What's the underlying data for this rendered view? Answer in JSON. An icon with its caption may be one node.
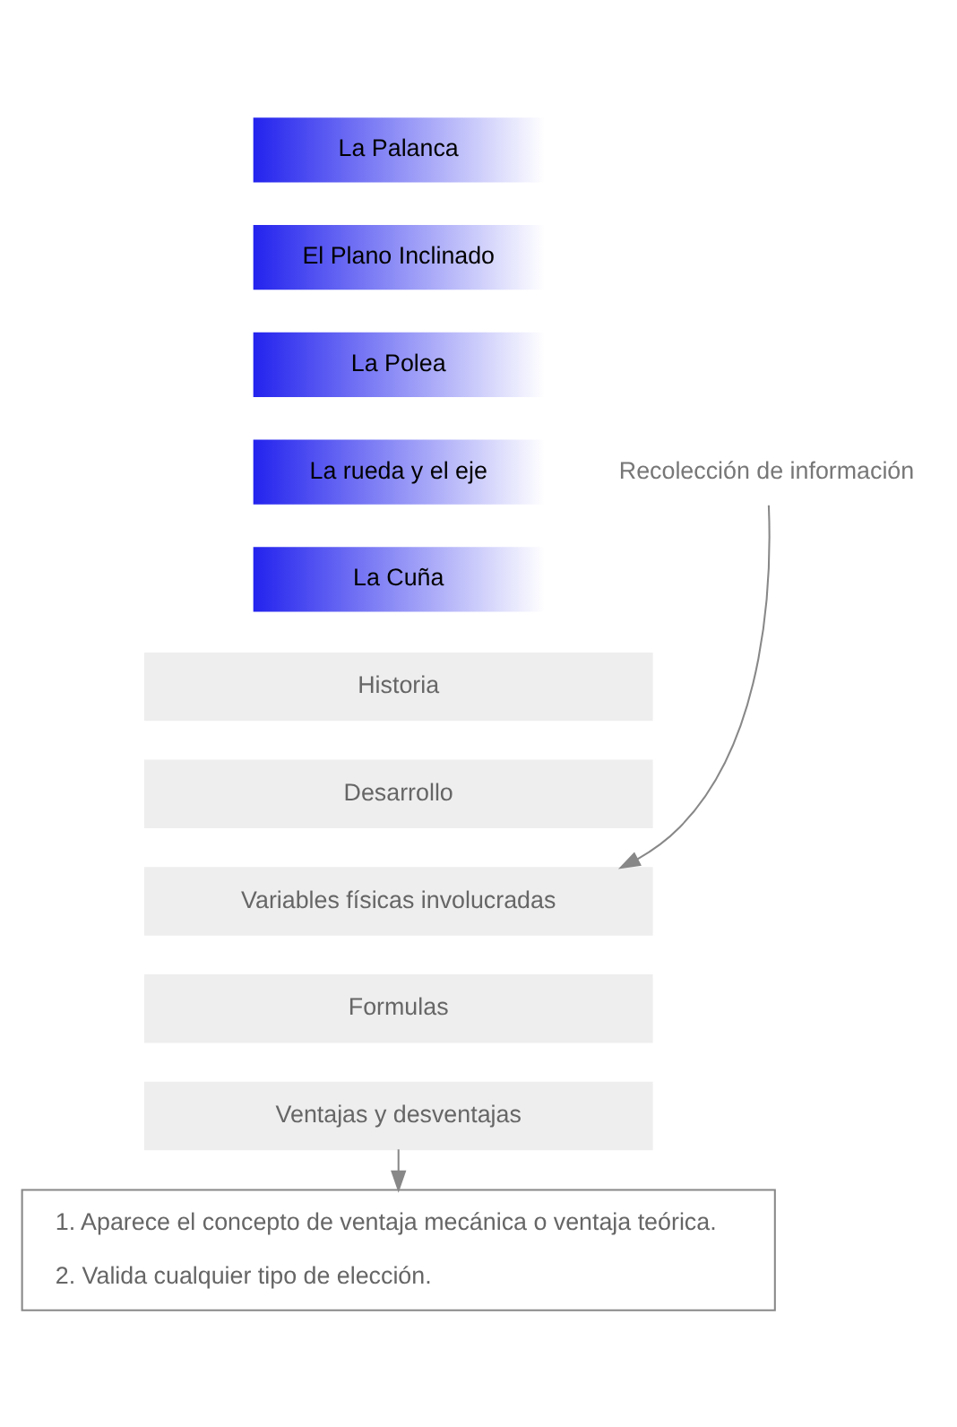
{
  "diagram": {
    "nodes": [
      {
        "text": [
          "La Palanca"
        ]
      },
      {
        "text": [
          "El Plano Inclinado"
        ]
      },
      {
        "text": [
          "La Polea"
        ]
      },
      {
        "text": [
          "La rueda y el eje"
        ]
      },
      {
        "text": [
          "La Cuña"
        ]
      },
      {
        "text": [
          "Recolección de información"
        ]
      },
      {
        "text": [
          "Historia"
        ]
      },
      {
        "text": [
          "Desarrollo"
        ]
      },
      {
        "text": [
          "Variables físicas involucradas"
        ]
      },
      {
        "text": [
          "Formulas"
        ]
      },
      {
        "text": [
          "Ventajas y desventajas"
        ]
      },
      {
        "text": [
          "1. Aparece el concepto de ventaja mecánica o ventaja teórica.",
          "2. Valida cualquier tipo de elección."
        ]
      }
    ],
    "edges": [
      {
        "from": 5,
        "to": 8,
        "arrow": "to"
      },
      {
        "from": 10,
        "to": 11,
        "arrow": "to"
      }
    ]
  }
}
